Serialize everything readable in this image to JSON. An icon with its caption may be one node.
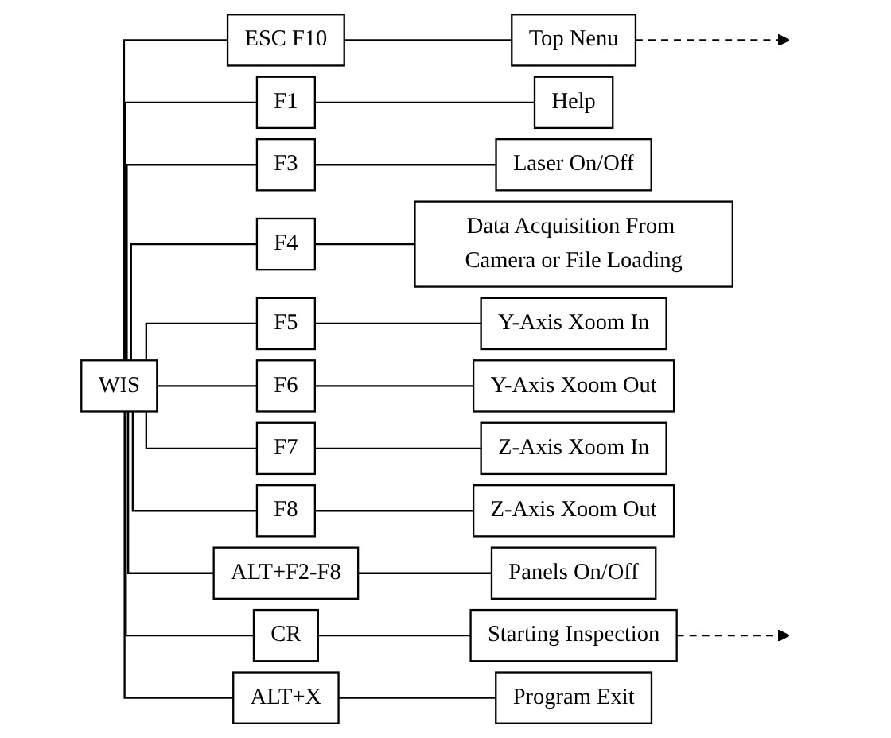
{
  "diagram": {
    "nodes": [
      {
        "text": [
          "WIS"
        ]
      },
      {
        "text": [
          "ESC F10"
        ]
      },
      {
        "text": [
          "Top Nenu"
        ]
      },
      {
        "text": [
          "F1"
        ]
      },
      {
        "text": [
          "Help"
        ]
      },
      {
        "text": [
          "F3"
        ]
      },
      {
        "text": [
          "Laser On/Off"
        ]
      },
      {
        "text": [
          "F4"
        ]
      },
      {
        "text": [
          "Data Acquisition From Camera or File Loading"
        ]
      },
      {
        "text": [
          "F5"
        ]
      },
      {
        "text": [
          "Y-Axis Xoom In"
        ]
      },
      {
        "text": [
          "F6"
        ]
      },
      {
        "text": [
          "Y-Axis Xoom Out"
        ]
      },
      {
        "text": [
          "F7"
        ]
      },
      {
        "text": [
          "Z-Axis Xoom In"
        ]
      },
      {
        "text": [
          "F8"
        ]
      },
      {
        "text": [
          "Z-Axis Xoom Out"
        ]
      },
      {
        "text": [
          "ALT+F2-F8"
        ]
      },
      {
        "text": [
          "Panels On/Off"
        ]
      },
      {
        "text": [
          "CR"
        ]
      },
      {
        "text": [
          "Starting Inspection"
        ]
      },
      {
        "text": [
          "ALT+X"
        ]
      },
      {
        "text": [
          "Program Exit"
        ]
      }
    ],
    "edges": [
      {
        "from": 0,
        "to": 1,
        "arrow": "none"
      },
      {
        "from": 0,
        "to": 3,
        "arrow": "none"
      },
      {
        "from": 0,
        "to": 5,
        "arrow": "none"
      },
      {
        "from": 0,
        "to": 7,
        "arrow": "none"
      },
      {
        "from": 0,
        "to": 9,
        "arrow": "none"
      },
      {
        "from": 0,
        "to": 11,
        "arrow": "none"
      },
      {
        "from": 0,
        "to": 13,
        "arrow": "none"
      },
      {
        "from": 0,
        "to": 15,
        "arrow": "none"
      },
      {
        "from": 0,
        "to": 17,
        "arrow": "none"
      },
      {
        "from": 0,
        "to": 19,
        "arrow": "none"
      },
      {
        "from": 0,
        "to": 21,
        "arrow": "none"
      },
      {
        "from": 1,
        "to": 2,
        "arrow": "none"
      },
      {
        "from": 3,
        "to": 4,
        "arrow": "none"
      },
      {
        "from": 5,
        "to": 6,
        "arrow": "none"
      },
      {
        "from": 7,
        "to": 8,
        "arrow": "none"
      },
      {
        "from": 9,
        "to": 10,
        "arrow": "none"
      },
      {
        "from": 11,
        "to": 12,
        "arrow": "none"
      },
      {
        "from": 13,
        "to": 14,
        "arrow": "none"
      },
      {
        "from": 15,
        "to": 16,
        "arrow": "none"
      },
      {
        "from": 17,
        "to": 18,
        "arrow": "none"
      },
      {
        "from": 19,
        "to": 20,
        "arrow": "none"
      },
      {
        "from": 21,
        "to": 22,
        "arrow": "none"
      },
      {
        "from": 2,
        "to": null,
        "arrow": "to",
        "style": "dashed"
      },
      {
        "from": 20,
        "to": null,
        "arrow": "to",
        "style": "dashed"
      }
    ]
  }
}
